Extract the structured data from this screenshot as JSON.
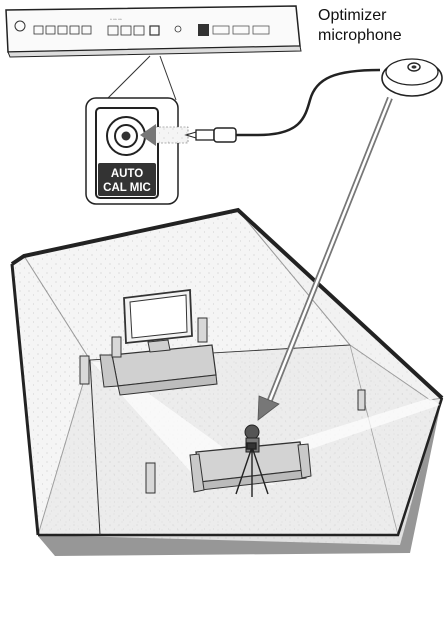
{
  "callout": {
    "microphone_label_line1": "Optimizer",
    "microphone_label_line2": "microphone",
    "jack_label_line1": "AUTO",
    "jack_label_line2": "CAL MIC"
  },
  "colors": {
    "line": "#222222",
    "label_bg": "#333333",
    "label_fg": "#ffffff",
    "floor": "#e2e2e2",
    "wall": "#f4f4f4",
    "shadow": "#9a9a9a"
  },
  "icons": [
    "receiver-unit",
    "mic-jack-icon",
    "microphone-plug-icon",
    "optimizer-microphone-icon",
    "tv-icon",
    "speaker-icon",
    "sofa-icon",
    "tripod-icon",
    "listener-icon",
    "arrow-icon"
  ]
}
